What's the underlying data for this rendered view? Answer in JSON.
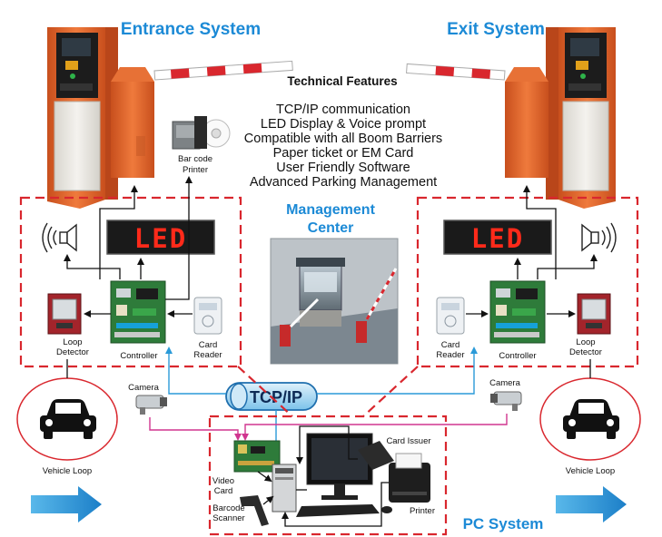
{
  "headings": {
    "entrance": "Entrance System",
    "exit": "Exit System",
    "management_line1": "Management",
    "management_line2": "Center",
    "pc_system": "PC System"
  },
  "features": {
    "title": "Technical Features",
    "items": [
      "TCP/IP communication",
      "LED Display & Voice prompt",
      "Compatible with all Boom Barriers",
      "Paper ticket or EM Card",
      "User Friendly Software",
      "Advanced Parking Management"
    ]
  },
  "led_text": "LED",
  "network_label": "TCP/IP",
  "labels": {
    "barcode_printer_1": "Bar code",
    "barcode_printer_2": "Printer",
    "loop_detector_1": "Loop",
    "loop_detector_2": "Detector",
    "controller": "Controller",
    "card_reader_1": "Card",
    "card_reader_2": "Reader",
    "camera": "Camera",
    "vehicle_loop": "Vehicle Loop",
    "card_issuer": "Card Issuer",
    "video_card_1": "Video",
    "video_card_2": "Card",
    "barcode_scanner_1": "Barcode",
    "barcode_scanner_2": "Scanner",
    "printer": "Printer"
  },
  "colors": {
    "accent_blue": "#1c8ad6",
    "dashed_red": "#d9272e",
    "barrier_orange": "#e3692c",
    "led_red": "#ff2a1a",
    "link_blue": "#2a9ad8",
    "link_magenta": "#d0358f"
  }
}
